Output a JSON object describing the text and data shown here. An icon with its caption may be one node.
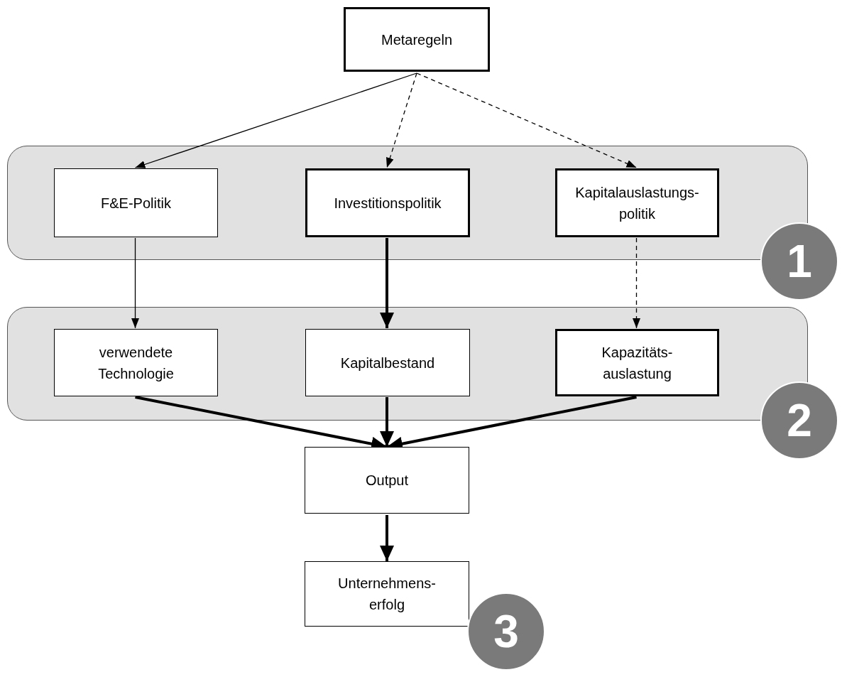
{
  "diagram": {
    "nodes": [
      {
        "text": [
          "Metaregeln"
        ]
      },
      {
        "text": [],
        "shape": "box"
      },
      {
        "text": [
          "F&E-Politik"
        ],
        "in": 1
      },
      {
        "text": [
          "Investitionspolitik"
        ],
        "in": 1
      },
      {
        "text": [
          "Kapitalauslastungs-politik"
        ],
        "in": 1
      },
      {
        "text": [
          "1"
        ]
      },
      {
        "text": [],
        "shape": "box"
      },
      {
        "text": [
          "verwendete Technologie"
        ],
        "in": 6
      },
      {
        "text": [
          "Kapitalbestand"
        ],
        "in": 6
      },
      {
        "text": [
          "Kapazitäts-auslastung"
        ],
        "in": 6
      },
      {
        "text": [
          "2"
        ]
      },
      {
        "text": [
          "Output"
        ]
      },
      {
        "text": [
          "Unternehmens-erfolg"
        ]
      },
      {
        "text": [
          "3"
        ]
      }
    ],
    "edges": [
      {
        "from": 0,
        "to": 2,
        "arrow": "to"
      },
      {
        "from": 0,
        "to": 3,
        "arrow": "to",
        "style": "dashed"
      },
      {
        "from": 0,
        "to": 4,
        "arrow": "to",
        "style": "dashed"
      },
      {
        "from": 2,
        "to": 7,
        "arrow": "to"
      },
      {
        "from": 3,
        "to": 8,
        "arrow": "to",
        "style": "thick"
      },
      {
        "from": 4,
        "to": 9,
        "arrow": "to",
        "style": "dashed"
      },
      {
        "from": 7,
        "to": 11,
        "arrow": "to",
        "style": "thick"
      },
      {
        "from": 8,
        "to": 11,
        "arrow": "to",
        "style": "thick"
      },
      {
        "from": 9,
        "to": 11,
        "arrow": "to",
        "style": "thick"
      },
      {
        "from": 11,
        "to": 12,
        "arrow": "to",
        "style": "thick"
      }
    ]
  }
}
